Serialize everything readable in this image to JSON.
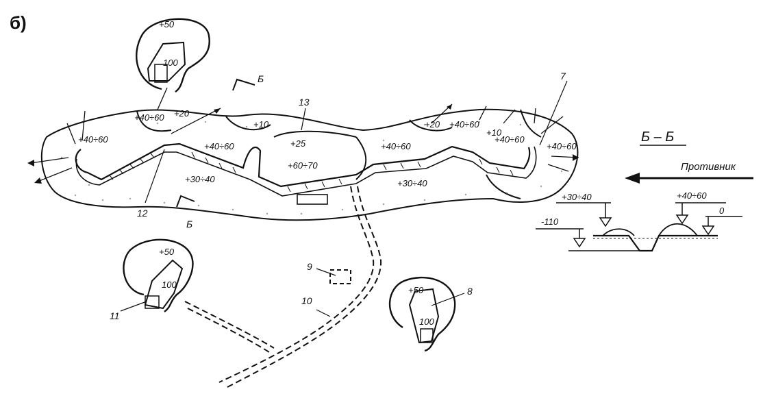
{
  "figure": {
    "panel_label": "б)",
    "section_marks": [
      "Б",
      "Б"
    ],
    "item_numbers": {
      "n7": "7",
      "n8": "8",
      "n9": "9",
      "n10": "10",
      "n11": "11",
      "n12": "12",
      "n13": "13"
    },
    "pit_marks": {
      "top": {
        "outer": "+50",
        "inner": "100"
      },
      "left": {
        "outer": "+50",
        "inner": "100"
      },
      "right": {
        "outer": "+50",
        "inner": "100"
      }
    },
    "elevations": {
      "e_left_4060": "+40÷60",
      "e_4060_a": "+40÷60",
      "e_20_a": "+20",
      "e_10": "+10",
      "e_4060_b": "+40÷60",
      "e_25": "+25",
      "e_6070": "+60÷70",
      "e_4060_c": "+40÷60",
      "e_20_b": "+20",
      "e_4060_d": "+40÷60",
      "e_10_b": "+10",
      "e_4060_e": "+40÷60",
      "e_4060_f": "+40÷60",
      "e_3040_a": "+30÷40",
      "e_3040_b": "+30÷40"
    },
    "section_view": {
      "title": "Б – Б",
      "enemy_label": "Противник",
      "level_3040": "+30÷40",
      "level_4060": "+40÷60",
      "level_0": "0",
      "level_110": "-110"
    }
  }
}
